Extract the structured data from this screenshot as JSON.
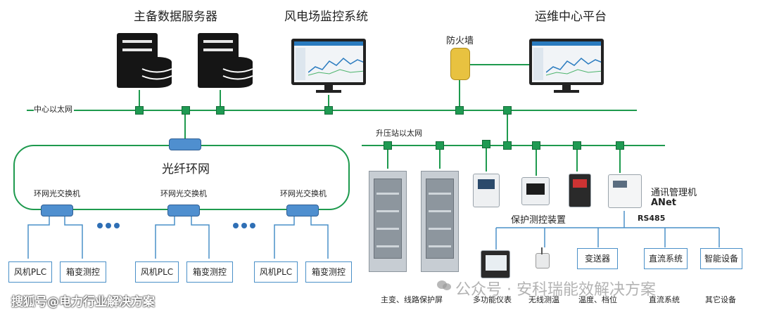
{
  "top": {
    "servers_label": "主备数据服务器",
    "monitor_label": "风电场监控系统",
    "ops_label": "运维中心平台",
    "firewall_label": "防火墙"
  },
  "networks": {
    "center_ethernet": "中心以太网",
    "station_ethernet": "升压站以太网",
    "fiber_ring": "光纤环网"
  },
  "ring_switches": [
    "环网光交换机",
    "环网光交换机",
    "环网光交换机"
  ],
  "field_groups": [
    {
      "plc": "风机PLC",
      "box": "箱变测控"
    },
    {
      "plc": "风机PLC",
      "box": "箱变测控"
    },
    {
      "plc": "风机PLC",
      "box": "箱变测控"
    }
  ],
  "station": {
    "protection_device": "保护测控装置",
    "comm_manager": "通讯管理机",
    "anet": "ANet",
    "rs485": "RS485",
    "rs485_devices": [
      "变送器",
      "直流系统",
      "智能设备"
    ],
    "bottom_labels": [
      "主变、线路保护屏",
      "多功能仪表",
      "无线测温",
      "温度、档位",
      "直流系统",
      "其它设备"
    ]
  },
  "watermarks": {
    "sohu": "搜狐号@电力行业解决方案",
    "wechat": "公众号 · 安科瑞能效解决方案"
  },
  "colors": {
    "network_line": "#1e9a4e",
    "switch_green": "#1f9a52",
    "ring_switch_blue": "#4f8fcf",
    "rs485_line": "#4a90c8",
    "firewall_yellow": "#e8c240"
  }
}
